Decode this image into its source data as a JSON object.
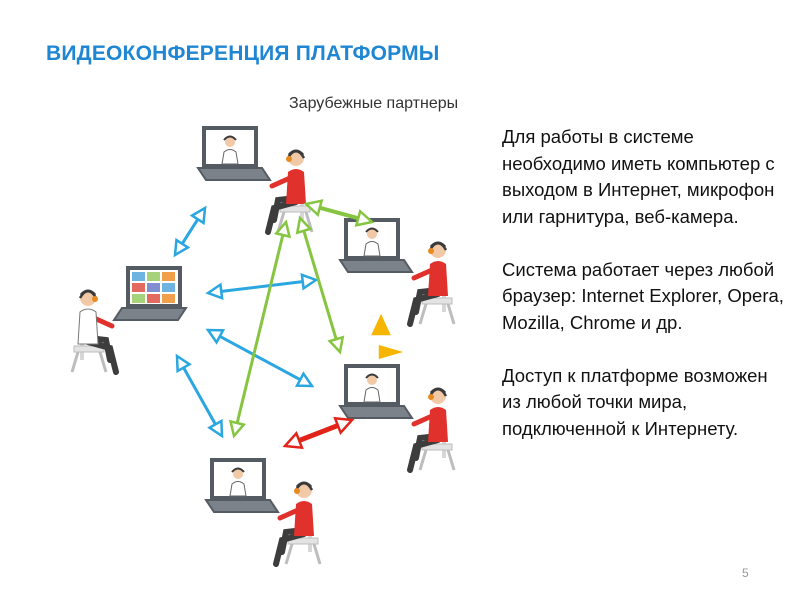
{
  "slide": {
    "title": "ВИДЕОКОНФЕРЕНЦИЯ ПЛАТФОРМЫ",
    "subtitle": "Зарубежные партнеры",
    "paragraphs": [
      "Для работы в системе необходимо иметь компьютер с выходом в Интернет, микрофон или гарнитура, веб-камера.",
      "Система работает через любой браузер: Internet Explorer, Opera, Mozilla, Chrome и др.",
      "Доступ к платформе возможен из любой точки мира, подключенной к Интернету."
    ],
    "page_number": "5"
  },
  "colors": {
    "title": "#1e86d2",
    "arrow_blue": "#2aa6e0",
    "arrow_green": "#86c540",
    "arrow_red": "#e2231a",
    "arrow_yellow": "#f6b500",
    "person_shirt": "#e0312c",
    "headset": "#e88a1e",
    "laptop": "#555b63"
  },
  "icons": [
    "laptop-icon",
    "person-icon",
    "chair-icon",
    "headset-icon",
    "double-arrow-icon"
  ]
}
